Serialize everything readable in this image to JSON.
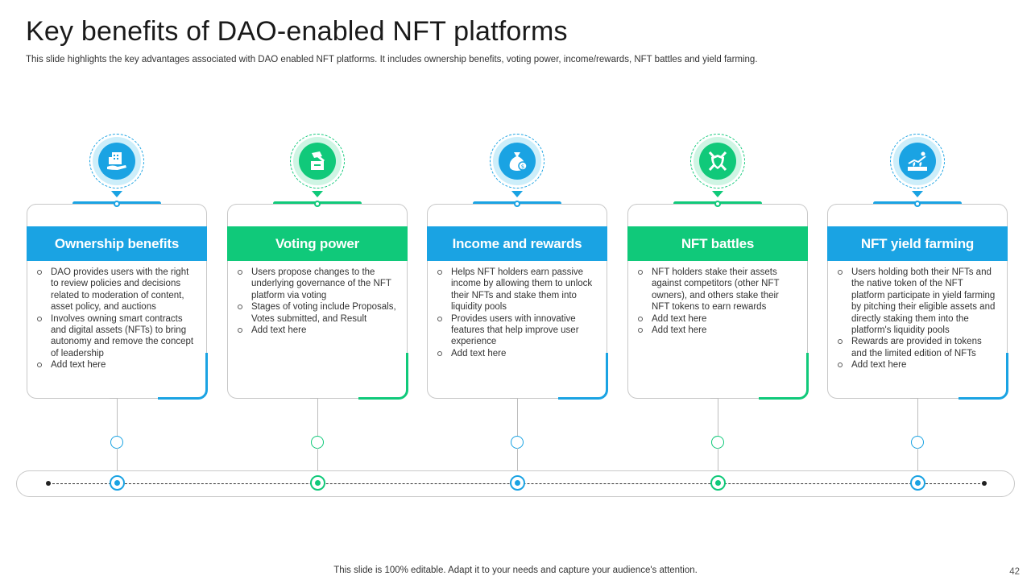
{
  "slide": {
    "title": "Key benefits of DAO-enabled NFT platforms",
    "subtitle": "This slide highlights the key advantages associated with DAO enabled NFT platforms. It includes ownership benefits, voting power, income/rewards, NFT battles and yield farming.",
    "footer": "This slide is 100% editable. Adapt it to your needs and capture your audience's attention.",
    "page_number": "42"
  },
  "colors": {
    "blue": "#1aa3e3",
    "green": "#10c97a",
    "blue_light": "#cdeefa",
    "green_light": "#cff5e4"
  },
  "cards": [
    {
      "title": "Ownership benefits",
      "color": "blue",
      "icon": "building-hand-icon",
      "bullets": [
        "DAO provides users with the right to review policies and decisions related to moderation of content, asset policy, and auctions",
        "Involves owning smart contracts and digital assets (NFTs) to bring autonomy and remove the concept of leadership",
        "Add text here"
      ]
    },
    {
      "title": "Voting power",
      "color": "green",
      "icon": "ballot-box-icon",
      "bullets": [
        "Users propose changes to the underlying governance of the NFT platform via voting",
        "Stages of voting include Proposals, Votes submitted, and Result",
        "Add text here"
      ]
    },
    {
      "title": "Income and rewards",
      "color": "blue",
      "icon": "money-bag-icon",
      "bullets": [
        "Helps NFT holders earn passive income by allowing them to unlock their NFTs and stake them into liquidity pools",
        "Provides users with innovative features that help improve user experience",
        "Add text here"
      ]
    },
    {
      "title": "NFT battles",
      "color": "green",
      "icon": "crossed-swords-shield-icon",
      "bullets": [
        "NFT holders stake their assets against competitors (other NFT owners), and others stake their NFT tokens to earn rewards",
        "Add text here",
        "Add text here"
      ]
    },
    {
      "title": "NFT yield farming",
      "color": "blue",
      "icon": "plant-growth-icon",
      "bullets": [
        "Users holding both their NFTs and the native token of the NFT platform participate in yield farming by pitching their eligible assets and directly staking them into the platform's liquidity pools",
        "Rewards are provided in tokens and the limited edition of NFTs",
        "Add text here"
      ]
    }
  ]
}
